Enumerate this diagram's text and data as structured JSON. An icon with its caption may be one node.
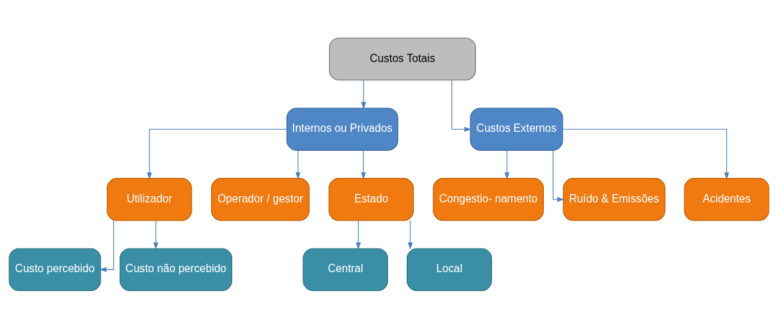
{
  "diagram": {
    "nodes": [
      {
        "text": [
          "Custos Totais"
        ]
      },
      {
        "text": [
          "Internos ou Privados"
        ]
      },
      {
        "text": [
          "Custos Externos"
        ]
      },
      {
        "text": [
          "Utilizador"
        ]
      },
      {
        "text": [
          "Operador / gestor"
        ]
      },
      {
        "text": [
          "Estado"
        ]
      },
      {
        "text": [
          "Congestio- namento"
        ]
      },
      {
        "text": [
          "Ruído & Emissões"
        ]
      },
      {
        "text": [
          "Acidentes"
        ]
      },
      {
        "text": [
          "Custo percebido"
        ]
      },
      {
        "text": [
          "Custo não percebido"
        ]
      },
      {
        "text": [
          "Central"
        ]
      },
      {
        "text": [
          "Local"
        ]
      }
    ],
    "edges": [
      {
        "from": 0,
        "to": 1,
        "arrow": "to"
      },
      {
        "from": 0,
        "to": 2,
        "arrow": "to"
      },
      {
        "from": 1,
        "to": 3,
        "arrow": "to"
      },
      {
        "from": 1,
        "to": 4,
        "arrow": "to"
      },
      {
        "from": 1,
        "to": 5,
        "arrow": "to"
      },
      {
        "from": 2,
        "to": 6,
        "arrow": "to"
      },
      {
        "from": 2,
        "to": 7,
        "arrow": "to"
      },
      {
        "from": 2,
        "to": 8,
        "arrow": "to"
      },
      {
        "from": 3,
        "to": 9,
        "arrow": "to"
      },
      {
        "from": 3,
        "to": 10,
        "arrow": "to"
      },
      {
        "from": 5,
        "to": 11,
        "arrow": "to"
      },
      {
        "from": 5,
        "to": 12,
        "arrow": "to"
      }
    ]
  }
}
